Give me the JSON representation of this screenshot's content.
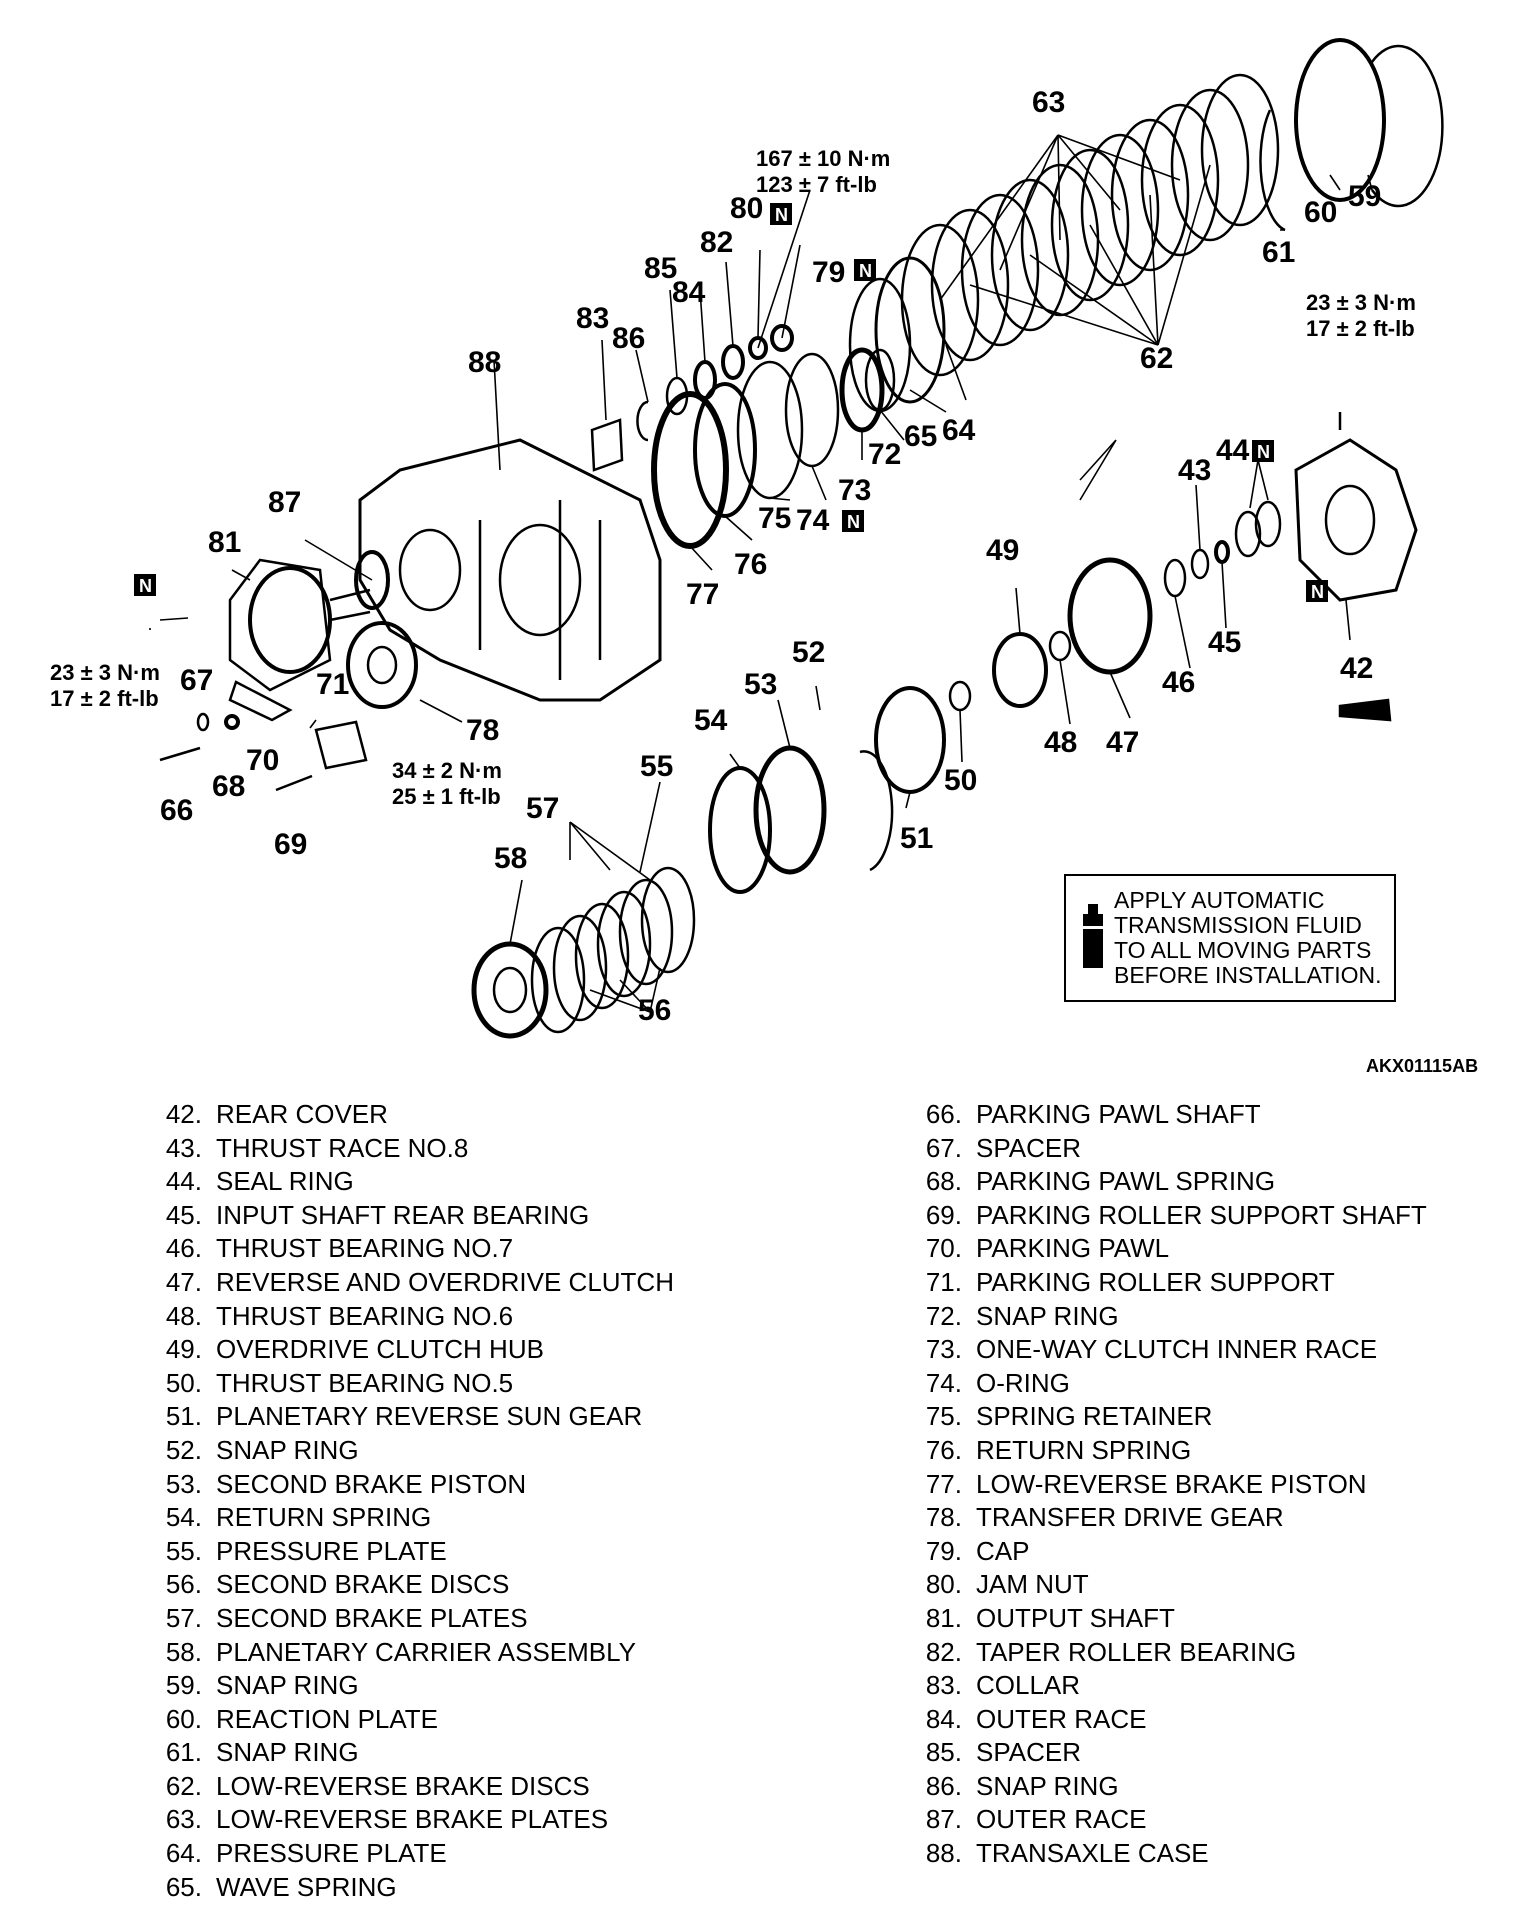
{
  "figure_id": "AKX01115AB",
  "notice": {
    "text": "APPLY AUTOMATIC\nTRANSMISSION FLUID\nTO ALL MOVING PARTS\nBEFORE INSTALLATION."
  },
  "badge_letter": "N",
  "torque_specs": [
    {
      "nm": "167 ± 10 N·m",
      "ftlb": "123 ± 7 ft-lb"
    },
    {
      "nm": "23 ± 3 N·m",
      "ftlb": "17 ± 2 ft-lb"
    },
    {
      "nm": "23 ± 3 N·m",
      "ftlb": "17 ± 2 ft-lb"
    },
    {
      "nm": "34 ± 2 N·m",
      "ftlb": "25 ± 1 ft-lb"
    }
  ],
  "callouts": [
    "42",
    "43",
    "44",
    "45",
    "46",
    "47",
    "48",
    "49",
    "50",
    "51",
    "52",
    "53",
    "54",
    "55",
    "56",
    "57",
    "58",
    "59",
    "60",
    "61",
    "62",
    "63",
    "64",
    "65",
    "66",
    "67",
    "68",
    "69",
    "70",
    "71",
    "72",
    "73",
    "74",
    "75",
    "76",
    "77",
    "78",
    "79",
    "80",
    "81",
    "82",
    "83",
    "84",
    "85",
    "86",
    "87",
    "88"
  ],
  "parts_left": [
    {
      "num": "42.",
      "name": "REAR COVER"
    },
    {
      "num": "43.",
      "name": "THRUST RACE NO.8"
    },
    {
      "num": "44.",
      "name": "SEAL RING"
    },
    {
      "num": "45.",
      "name": "INPUT SHAFT REAR BEARING"
    },
    {
      "num": "46.",
      "name": "THRUST BEARING NO.7"
    },
    {
      "num": "47.",
      "name": "REVERSE AND OVERDRIVE CLUTCH"
    },
    {
      "num": "48.",
      "name": "THRUST BEARING NO.6"
    },
    {
      "num": "49.",
      "name": "OVERDRIVE CLUTCH HUB"
    },
    {
      "num": "50.",
      "name": "THRUST BEARING NO.5"
    },
    {
      "num": "51.",
      "name": "PLANETARY REVERSE SUN GEAR"
    },
    {
      "num": "52.",
      "name": "SNAP RING"
    },
    {
      "num": "53.",
      "name": "SECOND BRAKE PISTON"
    },
    {
      "num": "54.",
      "name": "RETURN SPRING"
    },
    {
      "num": "55.",
      "name": "PRESSURE PLATE"
    },
    {
      "num": "56.",
      "name": "SECOND BRAKE DISCS"
    },
    {
      "num": "57.",
      "name": "SECOND BRAKE PLATES"
    },
    {
      "num": "58.",
      "name": "PLANETARY CARRIER ASSEMBLY"
    },
    {
      "num": "59.",
      "name": "SNAP RING"
    },
    {
      "num": "60.",
      "name": "REACTION PLATE"
    },
    {
      "num": "61.",
      "name": "SNAP RING"
    },
    {
      "num": "62.",
      "name": "LOW-REVERSE BRAKE DISCS"
    },
    {
      "num": "63.",
      "name": "LOW-REVERSE BRAKE PLATES"
    },
    {
      "num": "64.",
      "name": "PRESSURE PLATE"
    },
    {
      "num": "65.",
      "name": "WAVE SPRING"
    }
  ],
  "parts_right": [
    {
      "num": "66.",
      "name": "PARKING PAWL SHAFT"
    },
    {
      "num": "67.",
      "name": "SPACER"
    },
    {
      "num": "68.",
      "name": "PARKING PAWL SPRING"
    },
    {
      "num": "69.",
      "name": "PARKING ROLLER SUPPORT SHAFT"
    },
    {
      "num": "70.",
      "name": "PARKING PAWL"
    },
    {
      "num": "71.",
      "name": "PARKING ROLLER SUPPORT"
    },
    {
      "num": "72.",
      "name": "SNAP RING"
    },
    {
      "num": "73.",
      "name": "ONE-WAY CLUTCH INNER RACE"
    },
    {
      "num": "74.",
      "name": "O-RING"
    },
    {
      "num": "75.",
      "name": "SPRING RETAINER"
    },
    {
      "num": "76.",
      "name": "RETURN SPRING"
    },
    {
      "num": "77.",
      "name": "LOW-REVERSE BRAKE PISTON"
    },
    {
      "num": "78.",
      "name": "TRANSFER DRIVE GEAR"
    },
    {
      "num": "79.",
      "name": "CAP"
    },
    {
      "num": "80.",
      "name": "JAM NUT"
    },
    {
      "num": "81.",
      "name": "OUTPUT SHAFT"
    },
    {
      "num": "82.",
      "name": "TAPER ROLLER BEARING"
    },
    {
      "num": "83.",
      "name": "COLLAR"
    },
    {
      "num": "84.",
      "name": "OUTER RACE"
    },
    {
      "num": "85.",
      "name": "SPACER"
    },
    {
      "num": "86.",
      "name": "SNAP RING"
    },
    {
      "num": "87.",
      "name": "OUTER RACE"
    },
    {
      "num": "88.",
      "name": "TRANSAXLE CASE"
    }
  ]
}
